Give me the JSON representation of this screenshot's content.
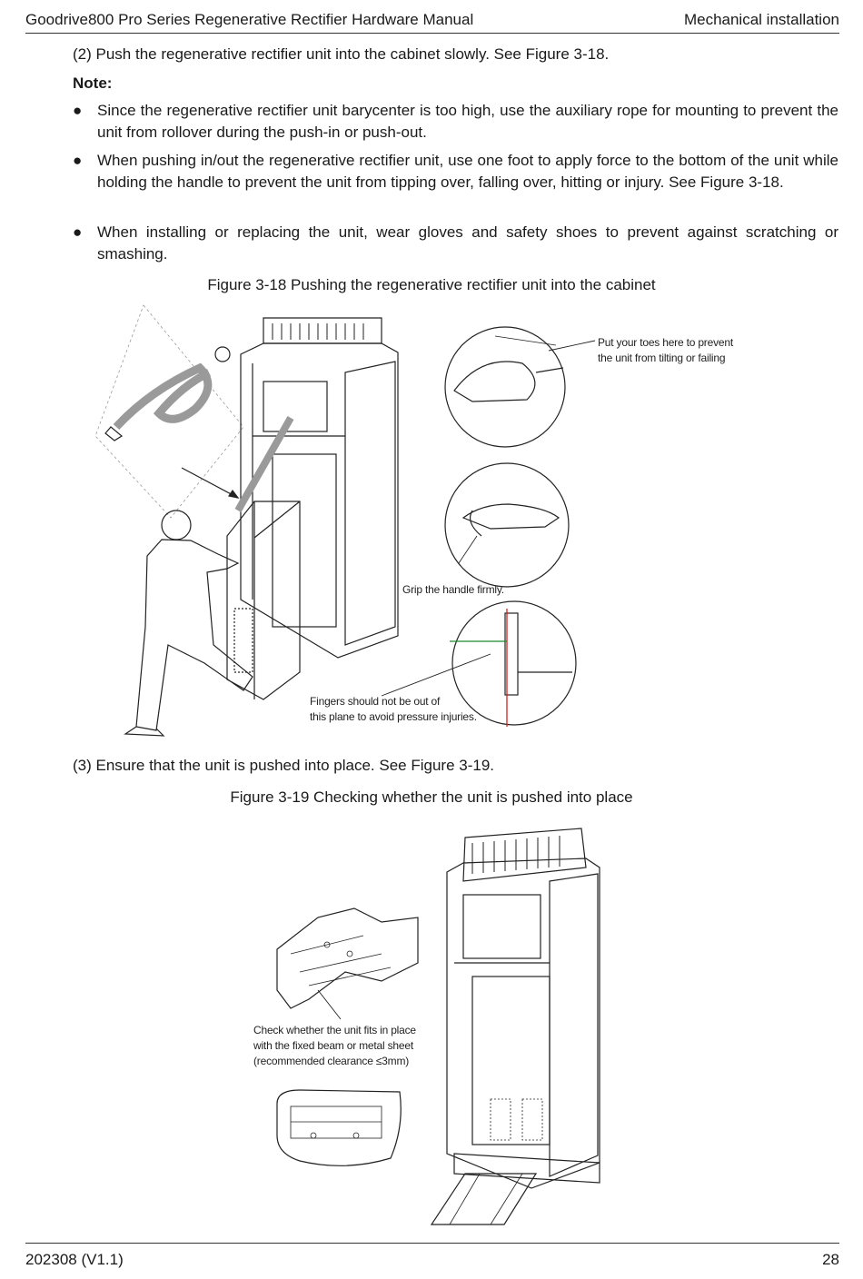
{
  "header": {
    "title": "Goodrive800 Pro Series Regenerative Rectifier Hardware Manual",
    "section": "Mechanical installation"
  },
  "step2": "(2) Push the regenerative rectifier unit into the cabinet slowly. See Figure 3-18.",
  "note_label": "Note:",
  "bullets": [
    "Since the regenerative rectifier unit barycenter is too high, use the auxiliary rope for mounting to prevent the unit from rollover during the push-in or push-out.",
    "When pushing in/out the regenerative rectifier unit, use one foot to apply force to the bottom of the unit while holding the handle to prevent the unit from tipping over, falling over, hitting or injury. See Figure 3-18.",
    "When installing or replacing the unit, wear gloves and safety shoes to prevent against scratching or smashing."
  ],
  "bullet_glyph": "●",
  "fig18": {
    "caption": "Figure 3-18 Pushing the regenerative rectifier unit into the cabinet",
    "toes_label_1": "Put your toes here to prevent",
    "toes_label_2": "the unit from tilting or failing",
    "grip_label": "Grip the handle firmly.",
    "fingers_label_1": "Fingers should not be out of",
    "fingers_label_2": "this plane to avoid pressure injuries."
  },
  "step3": "(3) Ensure that the unit is pushed into place. See Figure 3-19.",
  "fig19": {
    "caption": "Figure 3-19 Checking whether the unit is pushed into place",
    "check_label_1": "Check whether the unit fits in place",
    "check_label_2": "with the fixed beam or metal sheet",
    "check_label_3": "(recommended clearance ≤3mm)"
  },
  "footer": {
    "version": "202308 (V1.1)",
    "page": "28"
  },
  "colors": {
    "text": "#1a1a1a",
    "line": "#222222",
    "red_line": "#d42020",
    "green_line": "#1a8a2a",
    "rope_gray": "#9a9a9a"
  }
}
